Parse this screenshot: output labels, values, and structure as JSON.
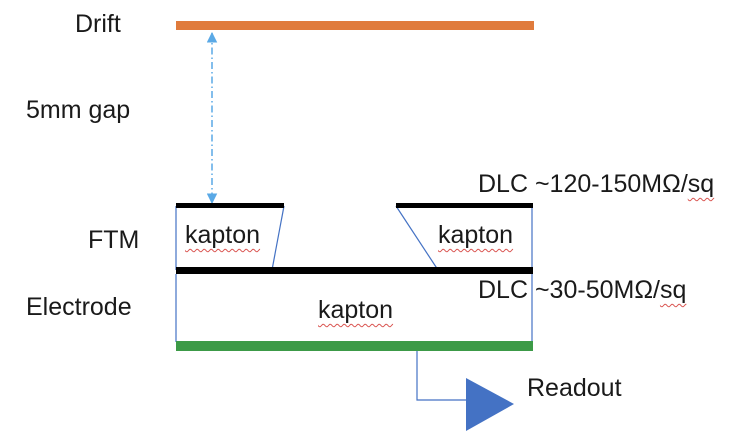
{
  "labels": {
    "drift": "Drift",
    "gap": "5mm gap",
    "ftm": "FTM",
    "electrode": "Electrode",
    "readout": "Readout"
  },
  "layers": {
    "kapton_left": "kapton",
    "kapton_right": "kapton",
    "kapton_bottom": "kapton",
    "dlc_top_prefix": "DLC ~120-150MΩ/",
    "dlc_top_unit": "sq",
    "dlc_bottom_prefix": "DLC ~30-50MΩ/",
    "dlc_bottom_unit": "sq"
  },
  "colors": {
    "drift_plate": "#e07b3c",
    "electrode_plate": "#3c9a47",
    "dlc_layer": "#000000",
    "outline": "#4472c4",
    "gap_arrow": "#5aa9e6",
    "readout_amp": "#4472c4",
    "spellcheck": "#d9534f"
  },
  "icons": {
    "gap_arrow": "double-headed-dashdot-arrow",
    "readout": "amplifier-triangle-icon"
  }
}
